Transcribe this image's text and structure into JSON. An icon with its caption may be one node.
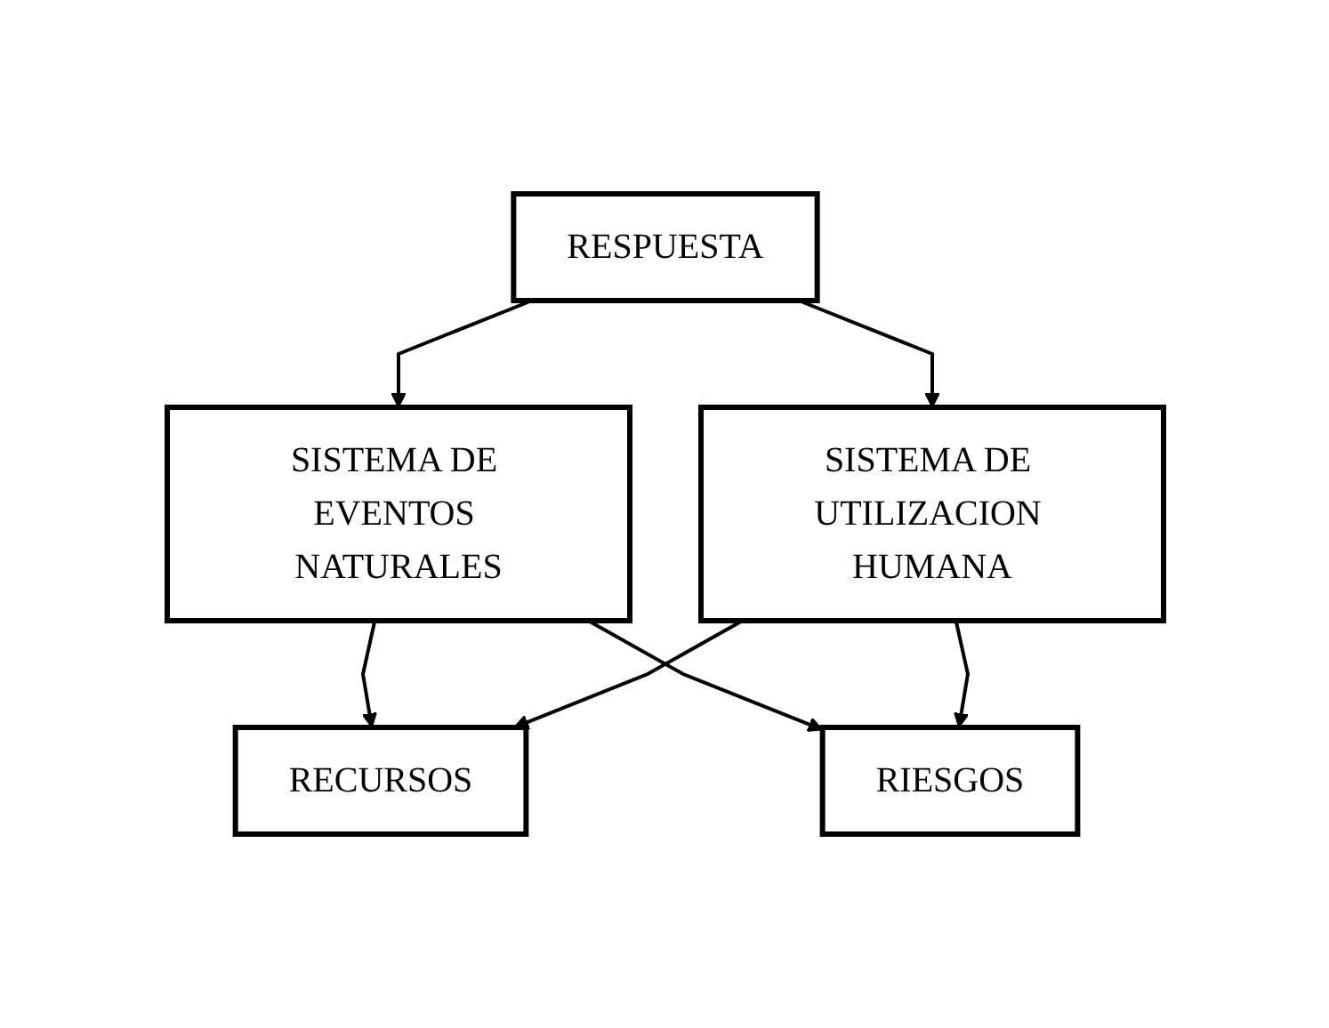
{
  "diagram": {
    "nodes": [
      {
        "text": [
          "SISTEMA DE EVENTOS NATURALES"
        ]
      },
      {
        "text": [
          "RECURSOS"
        ]
      },
      {
        "text": [
          "RIESGOS"
        ]
      },
      {
        "text": [
          "RESPUESTA"
        ]
      },
      {
        "text": [
          "SISTEMA DE UTILIZACION HUMANA"
        ]
      }
    ],
    "edges": [
      {
        "from": 0,
        "to": 1,
        "arrow": "to"
      },
      {
        "from": 0,
        "to": 2,
        "arrow": "to"
      },
      {
        "from": 4,
        "to": 1,
        "arrow": "to"
      },
      {
        "from": 4,
        "to": 2,
        "arrow": "to"
      },
      {
        "from": 3,
        "to": 4,
        "arrow": "to"
      },
      {
        "from": 3,
        "to": 0,
        "arrow": "to"
      }
    ]
  }
}
